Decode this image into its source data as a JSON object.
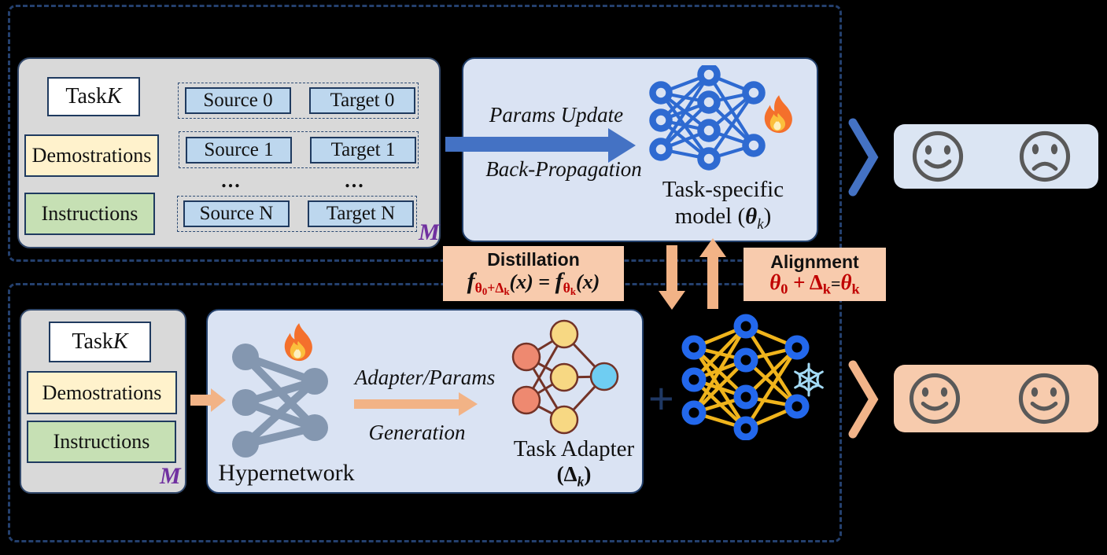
{
  "colors": {
    "background": "#000000",
    "frame_dash": "#24406e",
    "panel_blue_fill": "#dae3f3",
    "panel_gray_fill": "#d9d9d9",
    "box_yellow": "#fff2cc",
    "box_green": "#c6e0b4",
    "box_blue": "#bdd7ee",
    "box_peach": "#f8cbad",
    "smiley_panel_blue": "#dbe5f3",
    "smiley_panel_peach": "#f7cbad",
    "arrow_blue": "#4472c4",
    "arrow_peach": "#f2b386",
    "formula_red": "#c00000",
    "label_purple": "#7030a0",
    "nn_blue": "#2e6ad1",
    "nn_edge_yellow": "#f0b41c",
    "nn_gray": "#8497b0",
    "adapter_red_node": "#ee8970",
    "adapter_yellow_node": "#f7d883",
    "adapter_blue_node": "#6fcdf2",
    "adapter_line": "#733327",
    "snowflake_blue": "#a3daf5",
    "smiley_gray": "#595959"
  },
  "icons": {
    "fire": "flame-icon",
    "snowflake": "snowflake-icon",
    "happy": "happy-face-icon",
    "sad": "sad-face-icon",
    "chevron": "chevron-right-icon",
    "plus": "plus-operator"
  },
  "top": {
    "task_panel": {
      "task_label_pre": "Task ",
      "task_label_var": "K",
      "row_labels": [
        "Demostrations",
        "Instructions"
      ],
      "pairs": [
        {
          "source": "Source 0",
          "target": "Target 0"
        },
        {
          "source": "Source 1",
          "target": "Target 1"
        },
        {
          "source": "Source N",
          "target": "Target N"
        }
      ],
      "ellipsis": "...",
      "corner_label": "M"
    },
    "arrow_label_top": "Params Update",
    "arrow_label_bottom": "Back-Propagation",
    "model_caption": {
      "line1": "Task-specific",
      "line2_pre": "model (",
      "theta": "θ",
      "sub_k": "k",
      "line2_post": ")"
    }
  },
  "middle": {
    "distillation": {
      "title": "Distillation",
      "formula": {
        "f1": "f",
        "s1_theta": "θ",
        "s1_zero": "0",
        "s1_plus": "+",
        "s1_delta": "Δ",
        "s1_k": "k",
        "arg1": "(x)",
        "eq": " = ",
        "f2": "f",
        "s2_theta": "θ",
        "s2_k": "k",
        "arg2": "(x)"
      }
    },
    "alignment": {
      "title": "Alignment",
      "formula": {
        "theta0": "θ",
        "sub0": "0",
        "plus": " + ",
        "delta": "Δ",
        "subk1": "k",
        "eq": "=",
        "thetak": "θ",
        "subk2": "k"
      }
    }
  },
  "bottom": {
    "task_panel": {
      "task_label_pre": "Task ",
      "task_label_var": "K",
      "row_labels": [
        "Demostrations",
        "Instructions"
      ],
      "corner_label": "M"
    },
    "hypernetwork_label": "Hypernetwork",
    "arrow_label_top": "Adapter/Params",
    "arrow_label_bottom": "Generation",
    "adapter_caption": {
      "line1": "Task Adapter",
      "pre": "(",
      "delta": "Δ",
      "sub_k": "k",
      "post": ")"
    },
    "plus": "+"
  }
}
